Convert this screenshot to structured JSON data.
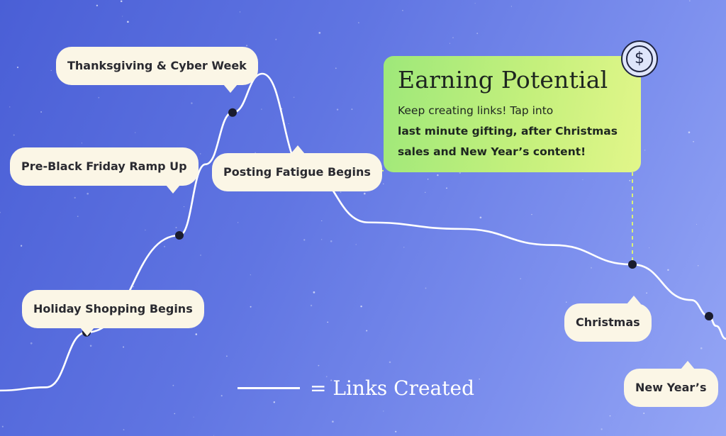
{
  "chart_data": {
    "type": "line",
    "legend": {
      "label": "= Links Created",
      "placement": "bottom-center"
    },
    "series": [
      {
        "values": [
          2,
          3,
          20,
          50,
          72,
          88,
          100,
          70,
          54,
          52,
          47,
          41,
          30,
          25,
          22,
          18
        ],
        "annotations": [
          {
            "label": "Holiday Shopping Begins",
            "index": 2
          },
          {
            "label": "Pre-Black Friday Ramp Up",
            "index": 3
          },
          {
            "label": "Thanksgiving & Cyber Week",
            "index": 5
          },
          {
            "label": "Posting Fatigue Begins",
            "index": 7
          },
          {
            "label": "Christmas",
            "index": 11
          },
          {
            "label": "New Year’s",
            "index": 13
          }
        ]
      }
    ],
    "ylim": [
      0,
      100
    ],
    "grid": false,
    "colors": {
      "line": "#ffffff",
      "marker": "#1a1c2e",
      "connector": "#d9f07a"
    }
  },
  "callout": {
    "title": "Earning Potential",
    "body_plain": "Keep creating links! Tap into",
    "body_bold_1": "last minute gifting, after Christmas",
    "body_bold_2": "sales and New Year’s content!",
    "icon": "dollar-icon",
    "icon_glyph": "$",
    "colors": {
      "start": "#9ee87a",
      "end": "#e2f68a"
    }
  },
  "colors": {
    "background_start": "#4a5fd6",
    "background_end": "#95a6f5",
    "bubble": "#fbf6e6"
  }
}
